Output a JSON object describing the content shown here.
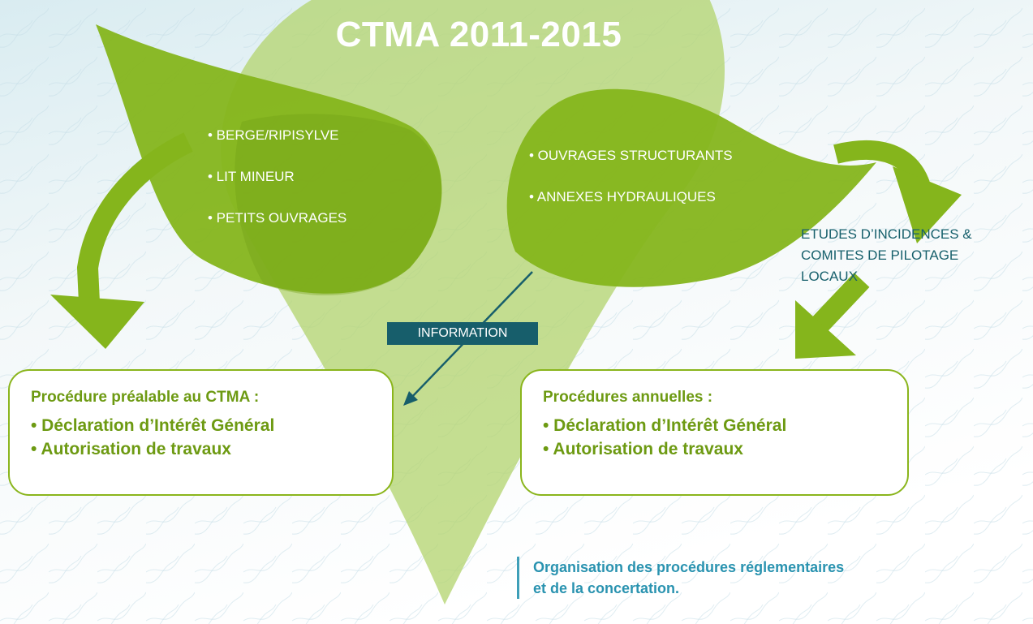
{
  "title": "CTMA 2011-2015",
  "left_leaf": {
    "bullets": [
      "• BERGE/RIPISYLVE",
      "• LIT MINEUR",
      "• PETITS OUVRAGES"
    ]
  },
  "right_leaf": {
    "bullets": [
      "• OUVRAGES STRUCTURANTS",
      "• ANNEXES HYDRAULIQUES"
    ]
  },
  "information_label": "INFORMATION",
  "etudes_label": [
    "ETUDES D’INCIDENCES &",
    "COMITES DE PILOTAGE",
    "LOCAUX"
  ],
  "box_left": {
    "title": "Procédure préalable au CTMA :",
    "items": [
      "• Déclaration d’Intérêt Général",
      "• Autorisation de travaux"
    ]
  },
  "box_right": {
    "title": "Procédures annuelles :",
    "items": [
      "• Déclaration d’Intérêt Général",
      "• Autorisation de travaux"
    ]
  },
  "caption": [
    "Organisation des procédures réglementaires",
    "et de la concertation."
  ],
  "colors": {
    "leaf_green": "#83b41b",
    "light_green": "#b9d777",
    "dark_teal": "#175e6b",
    "caption_blue": "#2a93b0"
  }
}
